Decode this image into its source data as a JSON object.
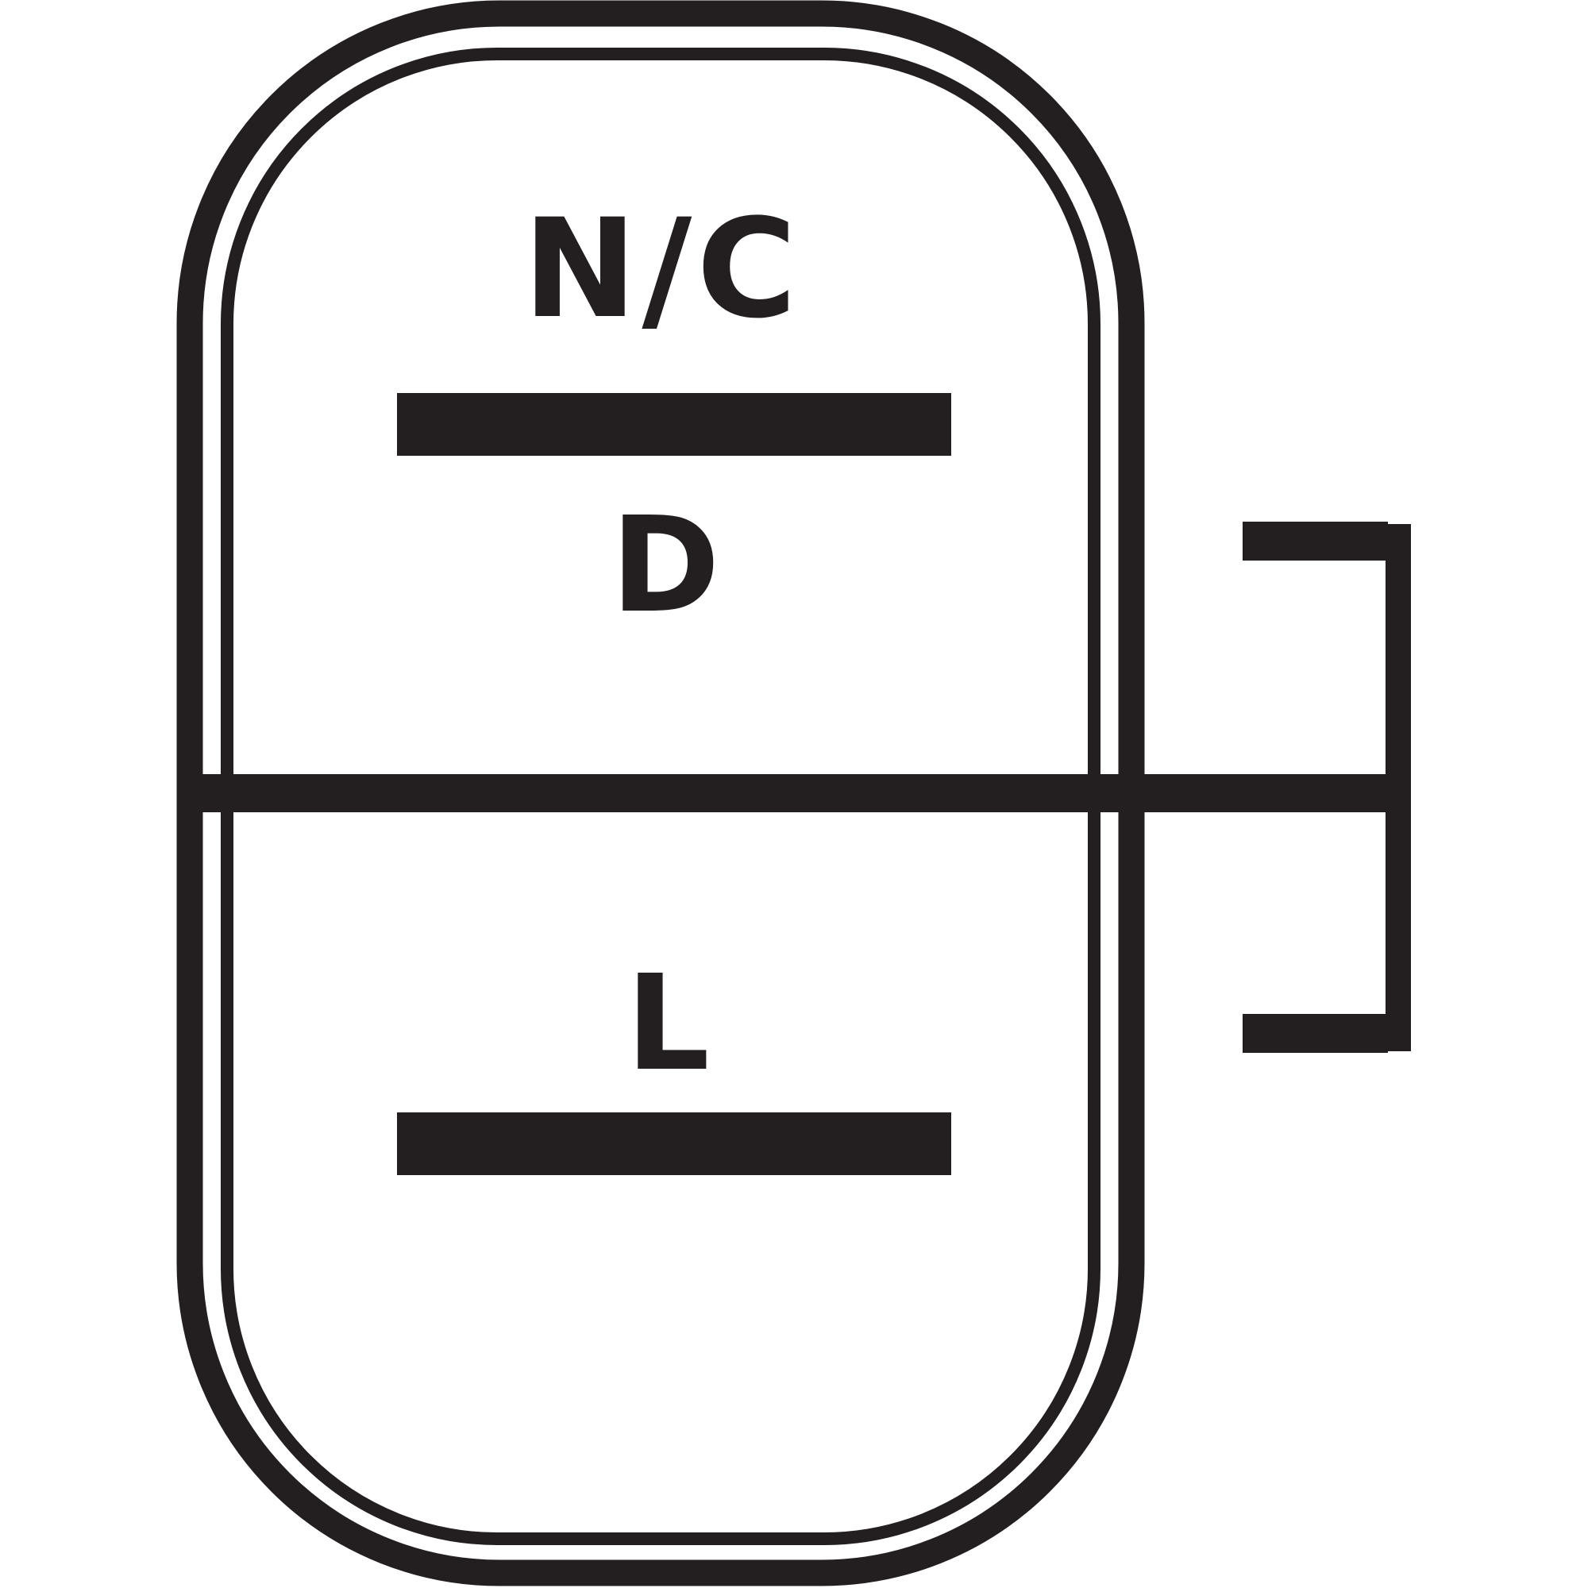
{
  "diagram": {
    "type": "connector-pinout",
    "colors": {
      "ink": "#231f20",
      "background": "#ffffff"
    },
    "terminals": [
      {
        "id": "top",
        "label": "N/C"
      },
      {
        "id": "middle",
        "label": "D"
      },
      {
        "id": "bottom",
        "label": "L"
      }
    ]
  }
}
